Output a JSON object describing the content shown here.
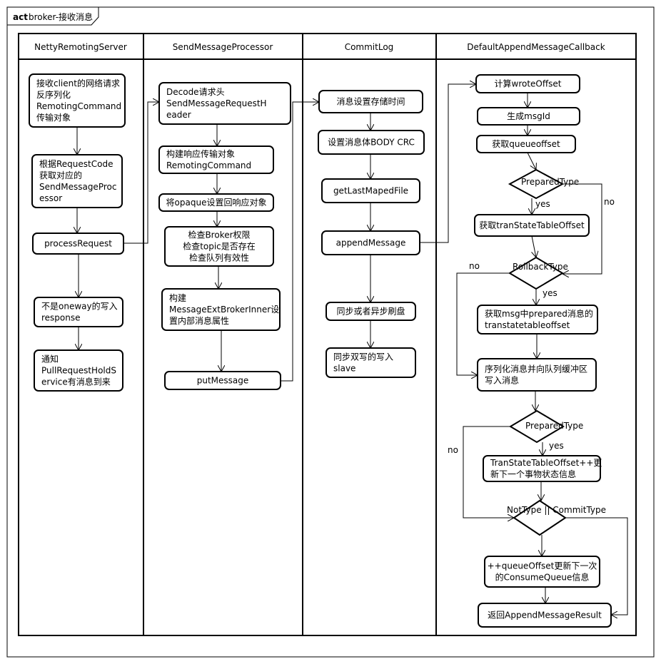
{
  "frame": {
    "act": "act",
    "title": "broker-接收消息"
  },
  "lanes": [
    {
      "id": "netty",
      "title": "NettyRemotingServer"
    },
    {
      "id": "smp",
      "title": "SendMessageProcessor"
    },
    {
      "id": "commitlog",
      "title": "CommitLog"
    },
    {
      "id": "callback",
      "title": "DefaultAppendMessageCallback"
    }
  ],
  "nodes": {
    "n1": [
      "接收client的网络请求",
      "反序列化",
      "RemotingCommand",
      "传输对象"
    ],
    "n2": [
      "根据RequestCode",
      "获取对应的",
      "SendMessageProc",
      "essor"
    ],
    "n3": [
      "processRequest"
    ],
    "n4": [
      "不是oneway的写入",
      "response"
    ],
    "n5": [
      "通知",
      "PullRequestHoldS",
      "ervice有消息到来"
    ],
    "s1": [
      "Decode请求头",
      "SendMessageRequestH",
      "eader"
    ],
    "s2": [
      "构建响应传输对象",
      "RemotingCommand"
    ],
    "s3": [
      "将opaque设置回响应对象"
    ],
    "s4": [
      "检查Broker权限",
      "检查topic是否存在",
      "检查队列有效性"
    ],
    "s5": [
      "构建",
      "MessageExtBrokerInner设",
      "置内部消息属性"
    ],
    "s6": [
      "putMessage"
    ],
    "c1": [
      "消息设置存储时间"
    ],
    "c2": [
      "设置消息体BODY CRC"
    ],
    "c3": [
      "getLastMapedFile"
    ],
    "c4": [
      "appendMessage"
    ],
    "c5": [
      "同步或者异步刷盘"
    ],
    "c6": [
      "同步双写的写入",
      "slave"
    ],
    "d1": [
      "计算wroteOffset"
    ],
    "d2": [
      "生成msgId"
    ],
    "d3": [
      "获取queueoffset"
    ],
    "d4": [
      "获取tranStateTableOffset"
    ],
    "d5": [
      "获取msg中prepared消息的",
      "transtatetableoffset"
    ],
    "d6": [
      "序列化消息并向队列缓冲区",
      "写入消息"
    ],
    "d7": [
      "TranStateTableOffset++更",
      "新下一个事物状态信息"
    ],
    "d8": [
      "++queueOffset更新下一次",
      "的ConsumeQueue信息"
    ],
    "d9": [
      "返回AppendMessageResult"
    ]
  },
  "decisions": {
    "g1": "PreparedType",
    "g2": "RollbackType",
    "g3": "PreparedType",
    "g4": "NotType || CommitType"
  },
  "guards": {
    "g1_yes": "yes",
    "g1_no": "no",
    "g2_yes": "yes",
    "g2_no": "no",
    "g3_yes": "yes",
    "g3_no": "no"
  }
}
